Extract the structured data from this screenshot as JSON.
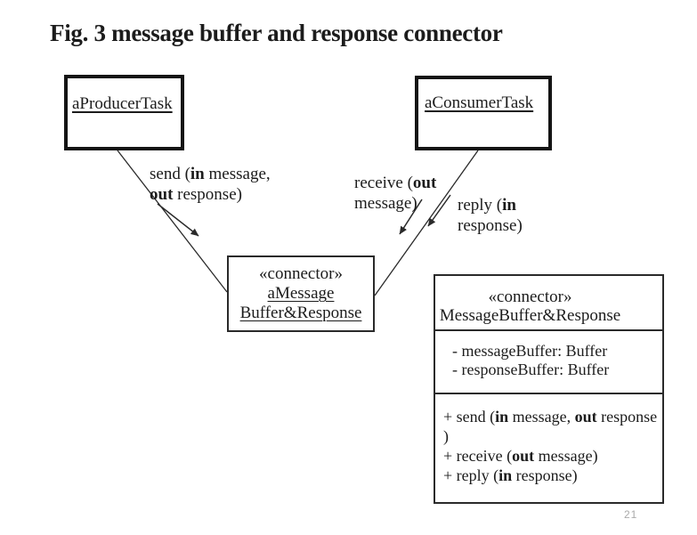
{
  "title": "Fig. 3 message buffer and response connector",
  "page_number": "21",
  "colors": {
    "background": "#ffffff",
    "text": "#1c1c1c",
    "line": "#2a2a2a",
    "page_number": "#aaaaaa"
  },
  "nodes": {
    "producer": {
      "label": "aProducerTask"
    },
    "consumer": {
      "label": "aConsumerTask"
    },
    "connector_instance": {
      "stereotype": "«connector»",
      "name_line1": "aMessage",
      "name_line2": "Buffer&Response"
    },
    "connector_class": {
      "stereotype": "«connector»",
      "name": "MessageBuffer&Response",
      "attributes": [
        "- messageBuffer: Buffer",
        "- responseBuffer: Buffer"
      ],
      "operations": [
        [
          {
            "t": "+ send ("
          },
          {
            "t": "in",
            "b": true
          },
          {
            "t": " message, "
          },
          {
            "t": "out",
            "b": true
          },
          {
            "t": " response )"
          }
        ],
        [
          {
            "t": "+ receive  ("
          },
          {
            "t": "out",
            "b": true
          },
          {
            "t": " message)"
          }
        ],
        [
          {
            "t": "+ reply ("
          },
          {
            "t": "in",
            "b": true
          },
          {
            "t": " response)"
          }
        ]
      ]
    }
  },
  "edges": {
    "send_label": {
      "line1": [
        {
          "t": "send ("
        },
        {
          "t": "in",
          "b": true
        },
        {
          "t": " message,"
        }
      ],
      "line2": [
        {
          "t": "out",
          "b": true
        },
        {
          "t": " response)"
        }
      ]
    },
    "receive_label": {
      "line1": [
        {
          "t": "receive ("
        },
        {
          "t": "out",
          "b": true
        }
      ],
      "line2": [
        {
          "t": "message)"
        }
      ]
    },
    "reply_label": {
      "line1": [
        {
          "t": "reply ("
        },
        {
          "t": "in",
          "b": true
        }
      ],
      "line2": [
        {
          "t": "response)"
        }
      ]
    }
  }
}
